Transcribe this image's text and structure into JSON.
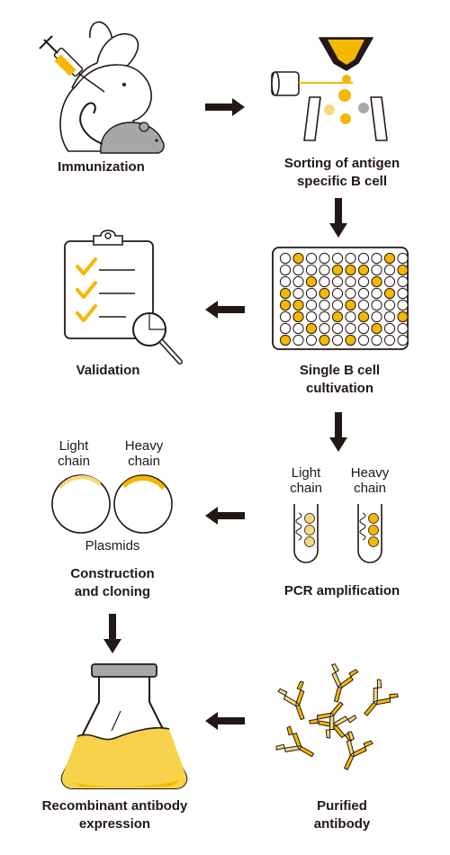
{
  "steps": {
    "immunization": "Immunization",
    "sorting": [
      "Sorting of antigen",
      "specific B cell"
    ],
    "validation": "Validation",
    "cultivation": [
      "Single B cell",
      "cultivation"
    ],
    "construction": [
      "Construction",
      "and cloning"
    ],
    "pcr": "PCR amplification",
    "expression": [
      "Recombinant antibody",
      "expression"
    ],
    "purified": [
      "Purified",
      "antibody"
    ]
  },
  "plasmid": {
    "light": [
      "Light",
      "chain"
    ],
    "heavy": [
      "Heavy",
      "chain"
    ],
    "caption": "Plasmids"
  },
  "tubes": {
    "light": [
      "Light",
      "chain"
    ],
    "heavy": [
      "Heavy",
      "chain"
    ]
  },
  "colors": {
    "accent": "#F5B800",
    "accent_light": "#F8D97A",
    "line": "#231815",
    "mouse": "#A7A7A8"
  }
}
